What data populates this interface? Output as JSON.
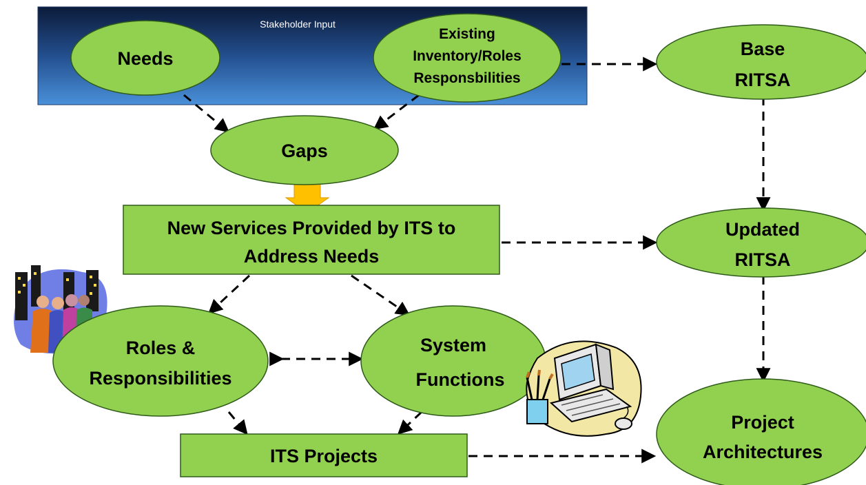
{
  "panel": {
    "title": "Stakeholder Input"
  },
  "nodes": {
    "needs": {
      "label": "Needs"
    },
    "existing_inventory": {
      "line1": "Existing",
      "line2": "Inventory/Roles",
      "line3": "Responsbilities"
    },
    "gaps": {
      "label": "Gaps"
    },
    "new_services": {
      "line1": "New Services Provided by ITS to",
      "line2": "Address Needs"
    },
    "roles": {
      "line1": "Roles &",
      "line2": "Responsibilities"
    },
    "system_functions": {
      "line1": "System",
      "line2": "Functions"
    },
    "its_projects": {
      "label": "ITS Projects"
    },
    "base_ritsa": {
      "line1": "Base",
      "line2": "RITSA"
    },
    "updated_ritsa": {
      "line1": "Updated",
      "line2": "RITSA"
    },
    "project_architectures": {
      "line1": "Project",
      "line2": "Architectures"
    }
  },
  "colors": {
    "node_fill": "#92d050",
    "panel_top": "#0c1b3a",
    "panel_bottom": "#4a90d9",
    "arrow": "#000000",
    "big_arrow": "#ffc000"
  },
  "clipart": [
    "people-city-clipart",
    "computer-clipart"
  ]
}
